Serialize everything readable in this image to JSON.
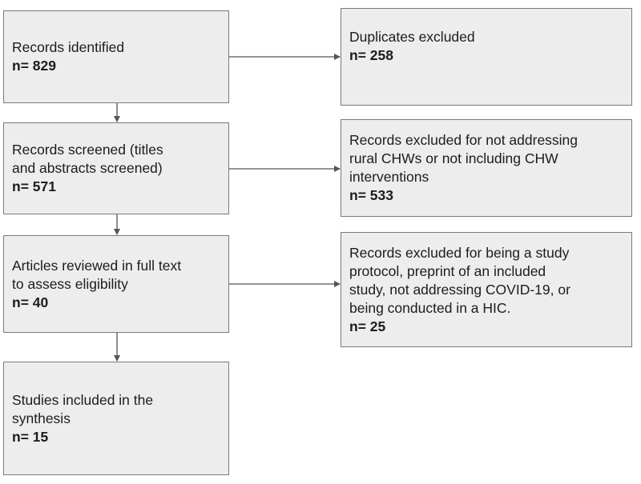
{
  "left_boxes": [
    {
      "text": "Records identified",
      "count": "n= 829"
    },
    {
      "text": "Records screened (titles\nand abstracts screened)",
      "count": "n= 571"
    },
    {
      "text": "Articles reviewed in full text\nto assess eligibility",
      "count": "n= 40"
    },
    {
      "text": "Studies included in the\nsynthesis",
      "count": "n= 15"
    }
  ],
  "right_boxes": [
    {
      "text": "Duplicates excluded",
      "count": "n= 258"
    },
    {
      "text": "Records excluded for not addressing\nrural CHWs or not including CHW\ninterventions",
      "count": "n= 533"
    },
    {
      "text": "Records excluded for being a study\nprotocol, preprint of an included\nstudy, not addressing COVID-19, or\nbeing conducted in a HIC.",
      "count": "n= 25"
    }
  ]
}
